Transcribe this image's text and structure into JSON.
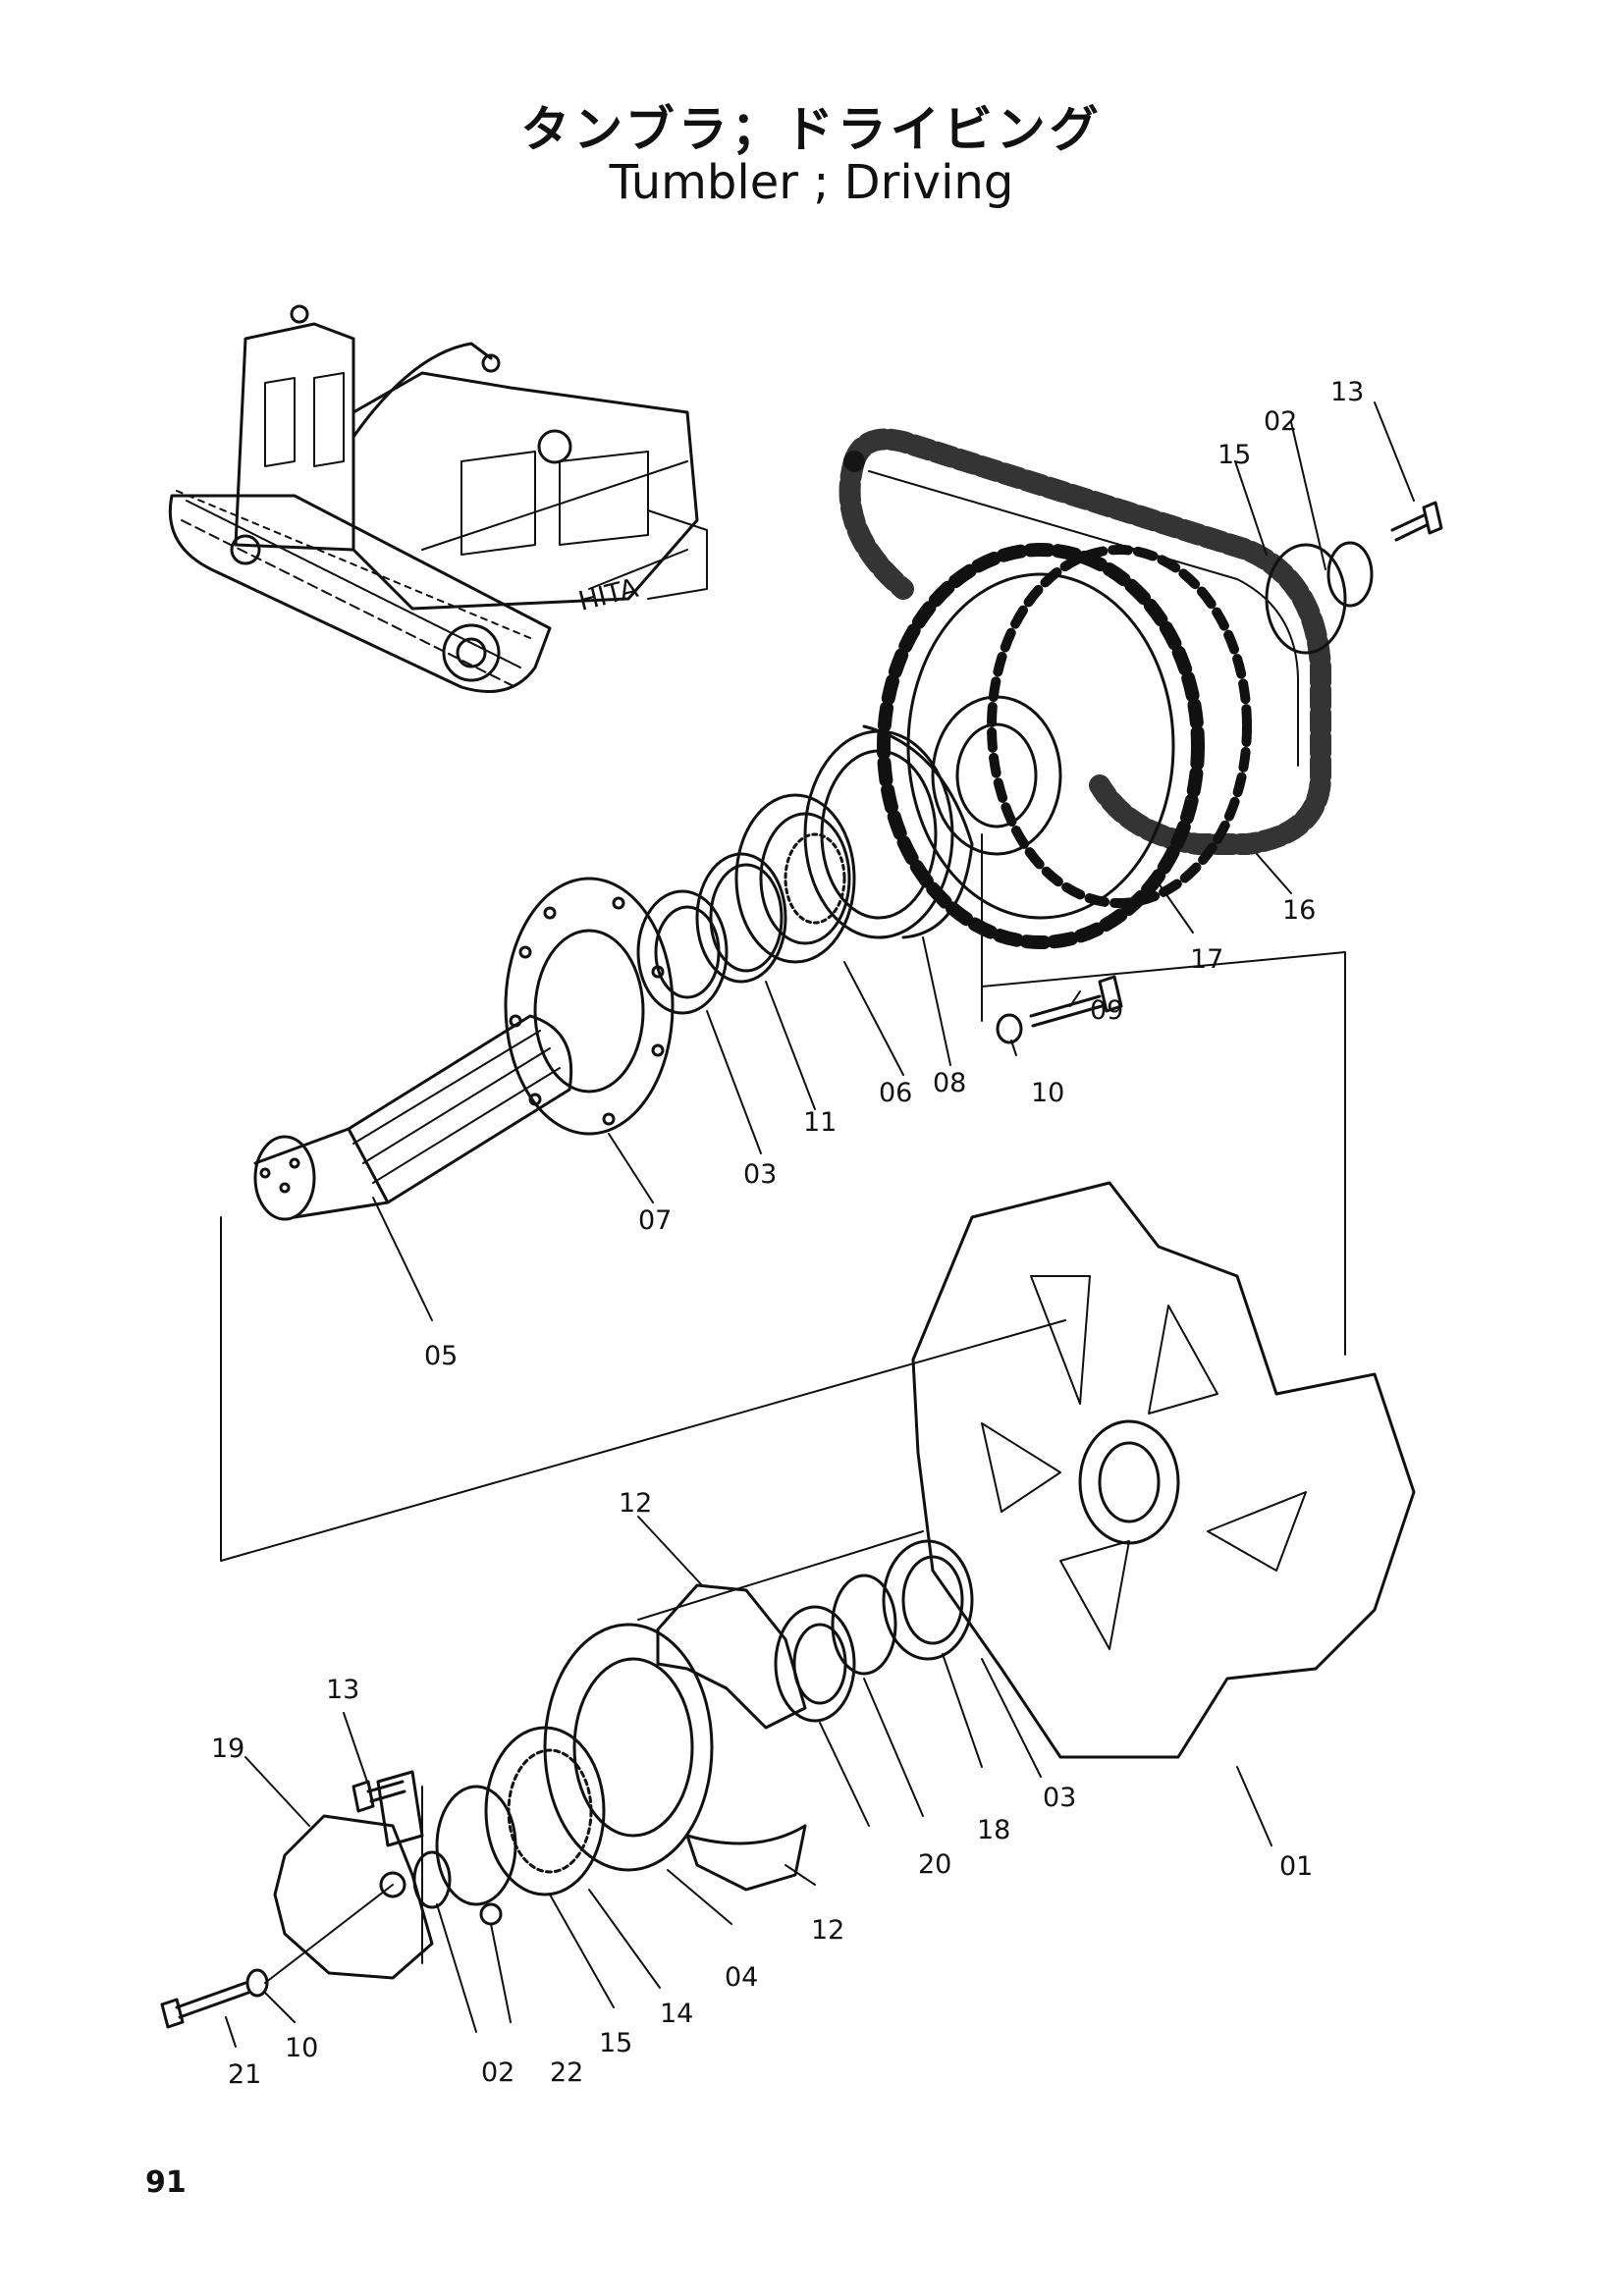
{
  "title": {
    "japanese": "タンブラ；ドライビング",
    "english": "Tumbler ; Driving"
  },
  "page_number": "91",
  "brand_text": "HITA",
  "part_labels": {
    "p01": "01",
    "p02a": "02",
    "p02b": "02",
    "p03a": "03",
    "p03b": "03",
    "p04": "04",
    "p05": "05",
    "p06": "06",
    "p07": "07",
    "p08": "08",
    "p09": "09",
    "p10a": "10",
    "p10b": "10",
    "p11": "11",
    "p12a": "12",
    "p12b": "12",
    "p13a": "13",
    "p13b": "13",
    "p14": "14",
    "p15a": "15",
    "p15b": "15",
    "p16": "16",
    "p17": "17",
    "p18": "18",
    "p19": "19",
    "p20": "20",
    "p21": "21",
    "p22": "22"
  }
}
